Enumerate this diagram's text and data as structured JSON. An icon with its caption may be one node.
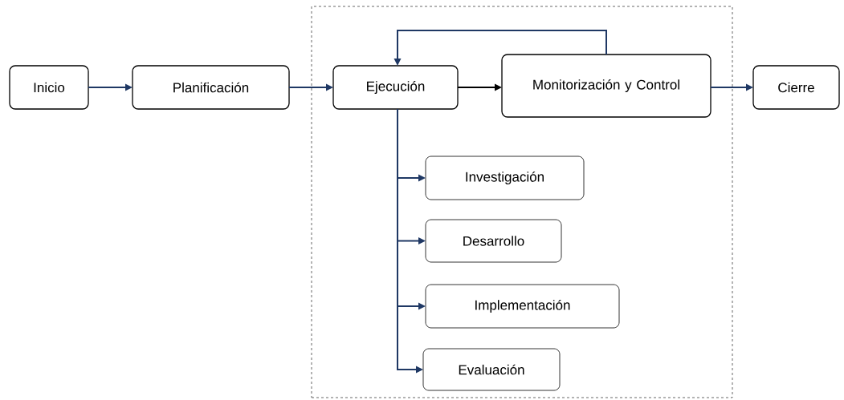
{
  "diagram": {
    "nodes": [
      {
        "text": [
          "Inicio"
        ]
      },
      {
        "text": [
          "Planificación"
        ]
      },
      {
        "text": [],
        "shape": "box"
      },
      {
        "text": [
          "Ejecución"
        ],
        "in": 2
      },
      {
        "text": [
          "Monitorización y Control"
        ],
        "in": 2
      },
      {
        "text": [
          "Cierre"
        ]
      },
      {
        "text": [
          "Investigación"
        ],
        "in": 2
      },
      {
        "text": [
          "Desarrollo"
        ],
        "in": 2
      },
      {
        "text": [
          "Implementación"
        ],
        "in": 2
      },
      {
        "text": [
          "Evaluación"
        ],
        "in": 2
      }
    ],
    "edges": [
      {
        "from": 0,
        "to": 1,
        "arrow": "to"
      },
      {
        "from": 1,
        "to": 3,
        "arrow": "to"
      },
      {
        "from": 4,
        "to": 3,
        "arrow": "to"
      },
      {
        "from": 3,
        "to": 4,
        "arrow": "to",
        "color": "#000000"
      },
      {
        "from": 4,
        "to": 5,
        "arrow": "to"
      },
      {
        "from": 3,
        "to": 6,
        "arrow": "to"
      },
      {
        "from": 3,
        "to": 7,
        "arrow": "to"
      },
      {
        "from": 3,
        "to": 8,
        "arrow": "to"
      },
      {
        "from": 3,
        "to": 9,
        "arrow": "to"
      }
    ]
  }
}
